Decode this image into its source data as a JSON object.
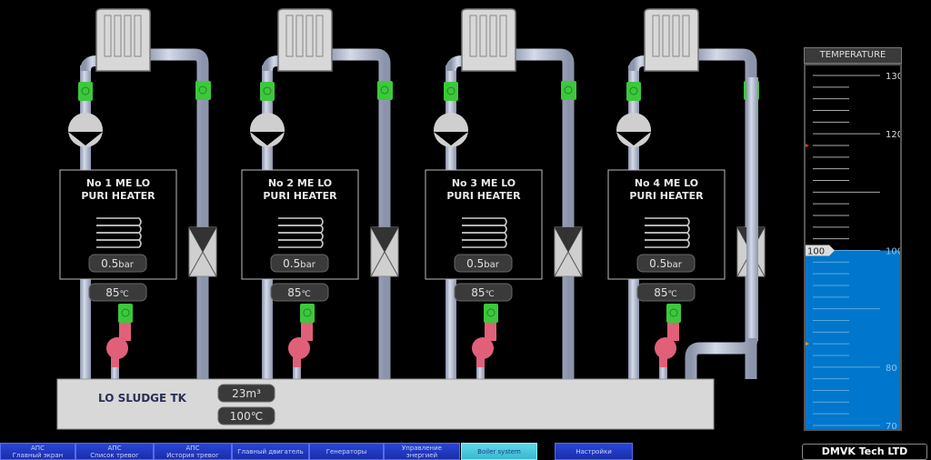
{
  "heaters": [
    {
      "title_line1": "No 1 ME LO",
      "title_line2": "PURI HEATER",
      "pressure": "0.5",
      "pressure_unit": "bar",
      "temp": "85",
      "temp_unit": "℃"
    },
    {
      "title_line1": "No 2 ME LO",
      "title_line2": "PURI HEATER",
      "pressure": "0.5",
      "pressure_unit": "bar",
      "temp": "85",
      "temp_unit": "℃"
    },
    {
      "title_line1": "No 3 ME LO",
      "title_line2": "PURI HEATER",
      "pressure": "0.5",
      "pressure_unit": "bar",
      "temp": "85",
      "temp_unit": "℃"
    },
    {
      "title_line1": "No 4 ME LO",
      "title_line2": "PURI HEATER",
      "pressure": "0.5",
      "pressure_unit": "bar",
      "temp": "85",
      "temp_unit": "℃"
    }
  ],
  "tank": {
    "label": "LO SLUDGE TK",
    "volume": "23m³",
    "temp": "100℃"
  },
  "temperature_gauge": {
    "title": "TEMPERATURE",
    "min": 70,
    "max": 130,
    "value": 100,
    "value_label": "100",
    "tick_labels": [
      "130",
      "120",
      "100",
      "80",
      "70"
    ],
    "high_marker": 118,
    "low_marker": 84,
    "fill_color": "#0077cc"
  },
  "nav": [
    {
      "line1": "АПС",
      "line2": "Главный экран"
    },
    {
      "line1": "АПС",
      "line2": "Список тревог"
    },
    {
      "line1": "АПС",
      "line2": "История тревог"
    },
    {
      "line1": "Главный двигатель",
      "line2": ""
    },
    {
      "line1": "Генераторы",
      "line2": ""
    },
    {
      "line1": "Управление",
      "line2": "энергией"
    },
    {
      "line1": "Boiler system",
      "line2": ""
    },
    {
      "line1": "Настройки",
      "line2": ""
    }
  ],
  "brand": "DMVK Tech LTD",
  "colors": {
    "pipe": "#b8c0d8",
    "valve": "#3cc83c",
    "pump": "#e0607a",
    "tank": "#d8d8d8"
  }
}
